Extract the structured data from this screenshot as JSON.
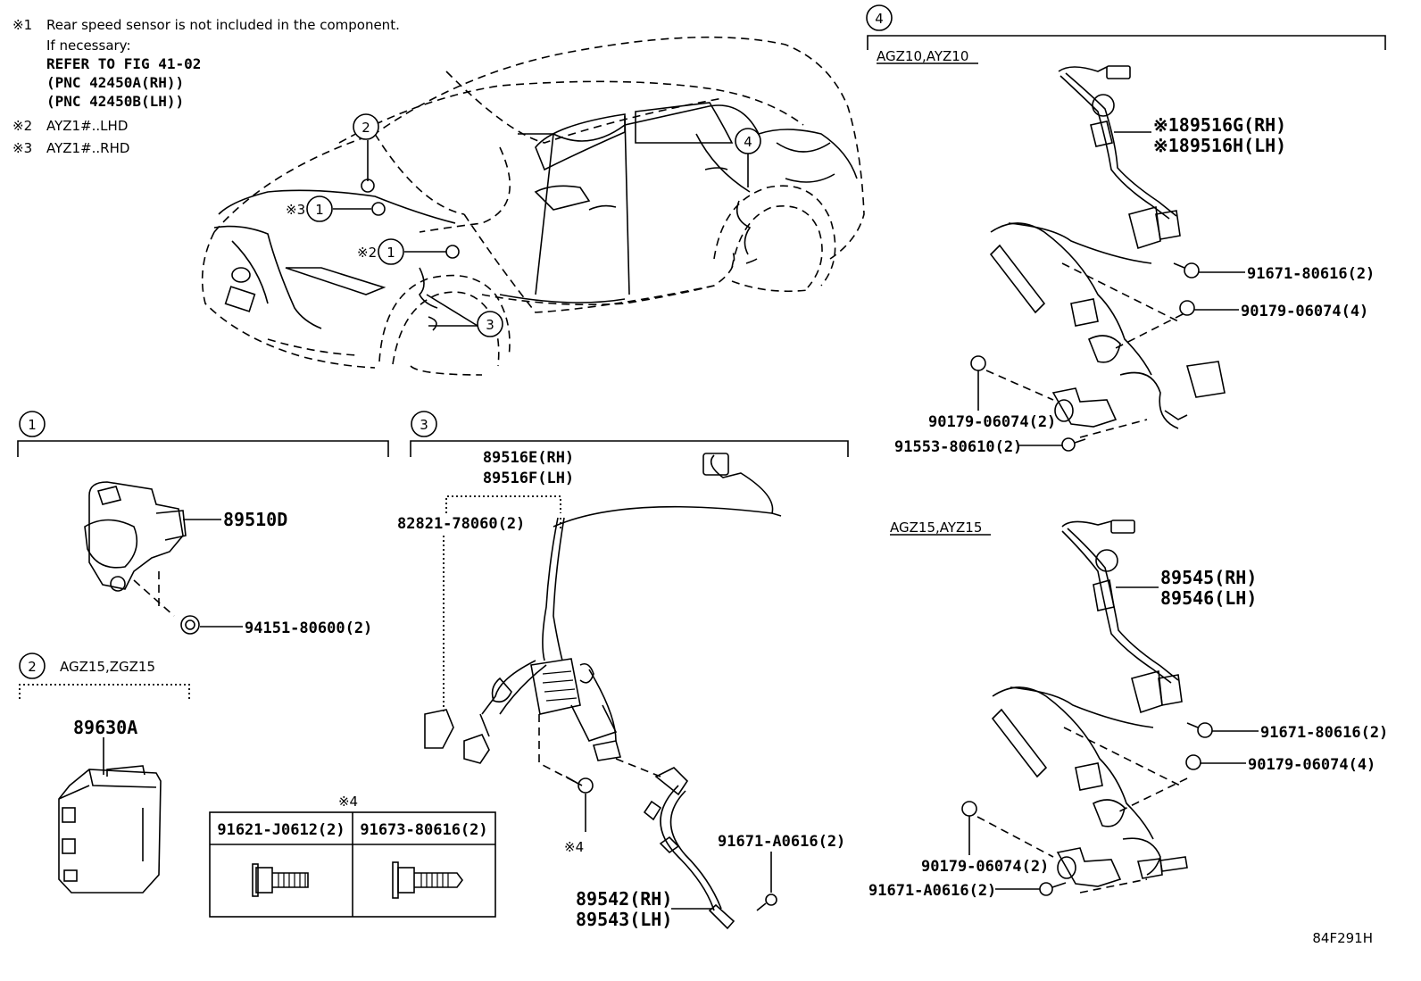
{
  "notes": {
    "n1_mark": "※1",
    "n1_text": "Rear speed sensor is not included in the component.",
    "n1_if": "If necessary:",
    "n1_ref": "REFER TO FIG 41-02",
    "n1_pnc_rh": "(PNC 42450A(RH))",
    "n1_pnc_lh": "(PNC 42450B(LH))",
    "n2_mark": "※2",
    "n2_text": "AYZ1#..LHD",
    "n3_mark": "※3",
    "n3_text": "AYZ1#..RHD"
  },
  "callouts": {
    "c1": "1",
    "c2": "2",
    "c3": "3",
    "c4": "4",
    "mark2": "※2",
    "mark3": "※3"
  },
  "section1": {
    "num": "1",
    "sensor": "89510D",
    "nut": "94151-80600(2)"
  },
  "section2": {
    "num": "2",
    "model": "AGZ15,ZGZ15",
    "ecu": "89630A"
  },
  "section3": {
    "num": "3",
    "harness_rh": "89516E(RH)",
    "harness_lh": "89516F(LH)",
    "clamp": "82821-78060(2)",
    "bolt_mark": "※4",
    "bolt2": "91671-A0616(2)",
    "sensor_rh": "89542(RH)",
    "sensor_lh": "89543(LH)"
  },
  "bolt_table": {
    "mark": "※4",
    "col1": "91621-J0612(2)",
    "col2": "91673-80616(2)"
  },
  "section4": {
    "num": "4",
    "group_a": {
      "model": "AGZ10,AYZ10",
      "harness_rh": "※189516G(RH)",
      "harness_lh": "※189516H(LH)",
      "bolt": "91671-80616(2)",
      "nut_upper": "90179-06074(4)",
      "nut_lower": "90179-06074(2)",
      "bolt_lower": "91553-80610(2)"
    },
    "group_b": {
      "model": "AGZ15,AYZ15",
      "harness_rh": "89545(RH)",
      "harness_lh": "89546(LH)",
      "bolt": "91671-80616(2)",
      "nut_upper": "90179-06074(4)",
      "nut_lower": "90179-06074(2)",
      "bolt_lower": "91671-A0616(2)"
    }
  },
  "figure_code": "84F291H"
}
